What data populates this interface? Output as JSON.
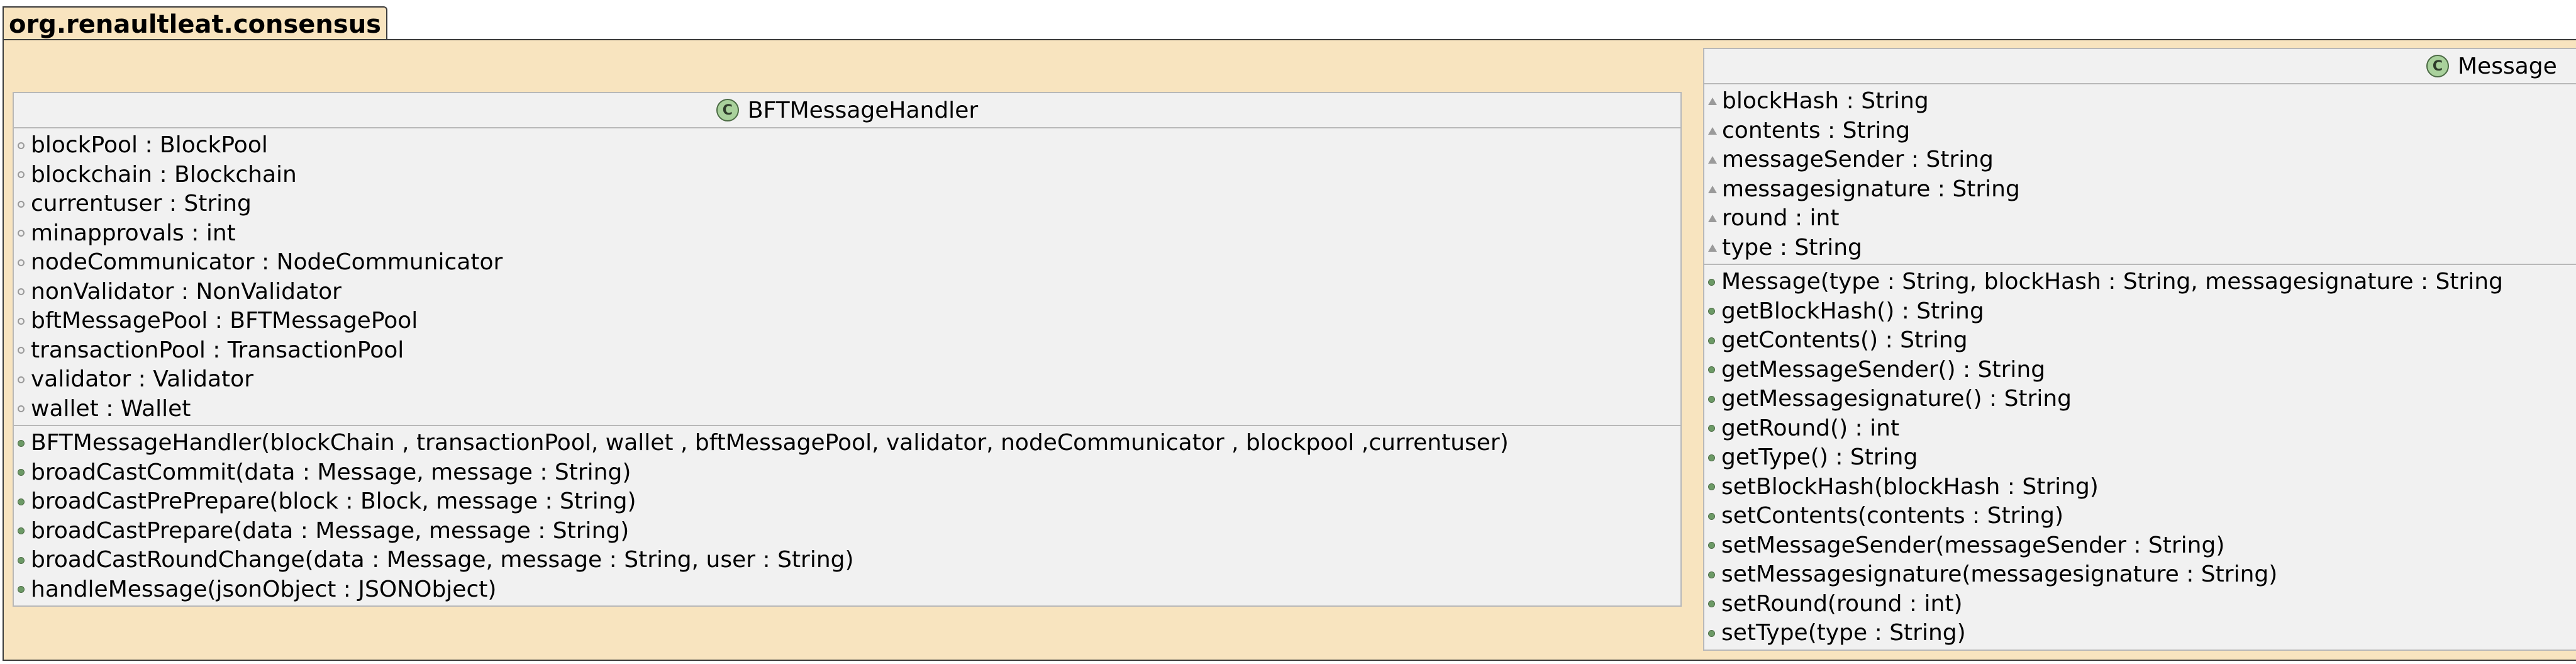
{
  "package": {
    "name": "org.renaultleat.consensus"
  },
  "classes": {
    "handler": {
      "name": "BFTMessageHandler",
      "icon": "class-c-icon",
      "fields": [
        "blockPool : BlockPool",
        "blockchain : Blockchain",
        "currentuser : String",
        "minapprovals : int",
        "nodeCommunicator : NodeCommunicator",
        "nonValidator : NonValidator",
        "bftMessagePool : BFTMessagePool",
        "transactionPool : TransactionPool",
        "validator : Validator",
        "wallet : Wallet"
      ],
      "methods": [
        "BFTMessageHandler(blockChain , transactionPool, wallet , bftMessagePool, validator, nodeCommunicator , blockpool ,currentuser)",
        "broadCastCommit(data : Message, message : String)",
        "broadCastPrePrepare(block : Block, message : String)",
        "broadCastPrepare(data : Message, message : String)",
        "broadCastRoundChange(data : Message, message : String, user : String)",
        "handleMessage(jsonObject : JSONObject)"
      ]
    },
    "message": {
      "name": "Message",
      "icon": "class-c-icon",
      "fields": [
        "blockHash : String",
        "contents : String",
        "messageSender : String",
        "messagesignature : String",
        "round : int",
        "type : String"
      ],
      "methods": [
        "Message(type : String, blockHash : String, messagesignature : String",
        "getBlockHash() : String",
        "getContents() : String",
        "getMessageSender() : String",
        "getMessagesignature() : String",
        "getRound() : int",
        "getType() : String",
        "setBlockHash(blockHash : String)",
        "setContents(contents : String)",
        "setMessageSender(messageSender : String)",
        "setMessagesignature(messagesignature : String)",
        "setRound(round : int)",
        "setType(type : String)"
      ]
    }
  },
  "colors": {
    "package_fill": "#f8e4bf",
    "class_fill": "#f1f1f1",
    "class_icon": "#a9d19c"
  }
}
